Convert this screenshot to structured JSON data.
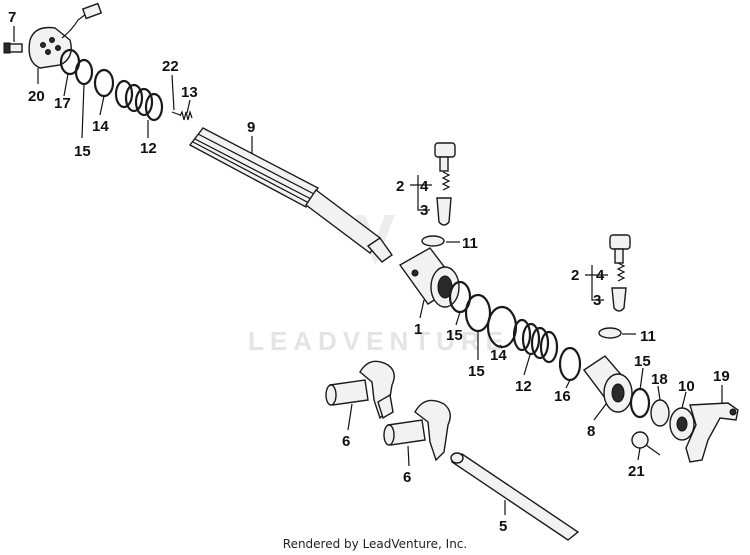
{
  "watermark": {
    "text": "LEADVENTURE"
  },
  "footer": {
    "text": "Rendered by LeadVenture, Inc."
  },
  "callouts": {
    "c7": "7",
    "c20": "20",
    "c17": "17",
    "c14a": "14",
    "c15a": "15",
    "c12a": "12",
    "c22": "22",
    "c13": "13",
    "c9": "9",
    "c2a": "2",
    "c4a": "4",
    "c3a": "3",
    "c11a": "11",
    "c1": "1",
    "c15b": "15",
    "c15c": "15",
    "c14b": "14",
    "c12b": "12",
    "c2b": "2",
    "c4b": "4",
    "c3b": "3",
    "c11b": "11",
    "c15d": "15",
    "c18": "18",
    "c10": "10",
    "c19": "19",
    "c16": "16",
    "c8": "8",
    "c21": "21",
    "c6a": "6",
    "c6b": "6",
    "c5": "5"
  }
}
